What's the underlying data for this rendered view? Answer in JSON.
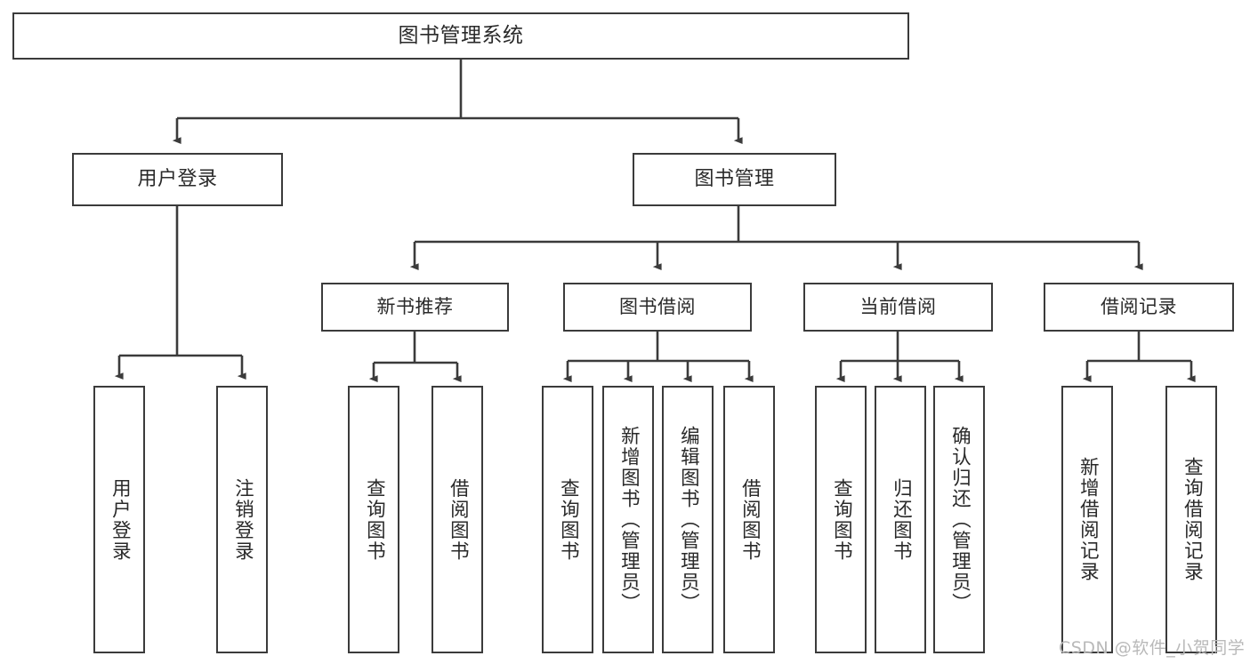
{
  "diagram": {
    "type": "tree-hierarchy",
    "title": "图书管理系统",
    "root": {
      "label": "图书管理系统"
    },
    "level1": [
      {
        "label": "用户登录"
      },
      {
        "label": "图书管理"
      }
    ],
    "level2": [
      {
        "label": "新书推荐"
      },
      {
        "label": "图书借阅"
      },
      {
        "label": "当前借阅"
      },
      {
        "label": "借阅记录"
      }
    ],
    "leaves": {
      "user_login": [
        {
          "label": "用户登录"
        },
        {
          "label": "注销登录"
        }
      ],
      "new_book_recommend": [
        {
          "label": "查询图书"
        },
        {
          "label": "借阅图书"
        }
      ],
      "book_borrow": [
        {
          "label": "查询图书"
        },
        {
          "label": "新增图书（管理员）"
        },
        {
          "label": "编辑图书（管理员）"
        },
        {
          "label": "借阅图书"
        }
      ],
      "current_borrow": [
        {
          "label": "查询图书"
        },
        {
          "label": "归还图书"
        },
        {
          "label": "确认归还（管理员）"
        }
      ],
      "borrow_record": [
        {
          "label": "新增借阅记录"
        },
        {
          "label": "查询借阅记录"
        }
      ]
    }
  },
  "watermark": {
    "text": "CSDN @软件_小贺同学"
  },
  "colors": {
    "border": "#3b3b3b",
    "text": "#2a2a2a",
    "background": "#ffffff",
    "watermark": "#b9b9b9"
  }
}
